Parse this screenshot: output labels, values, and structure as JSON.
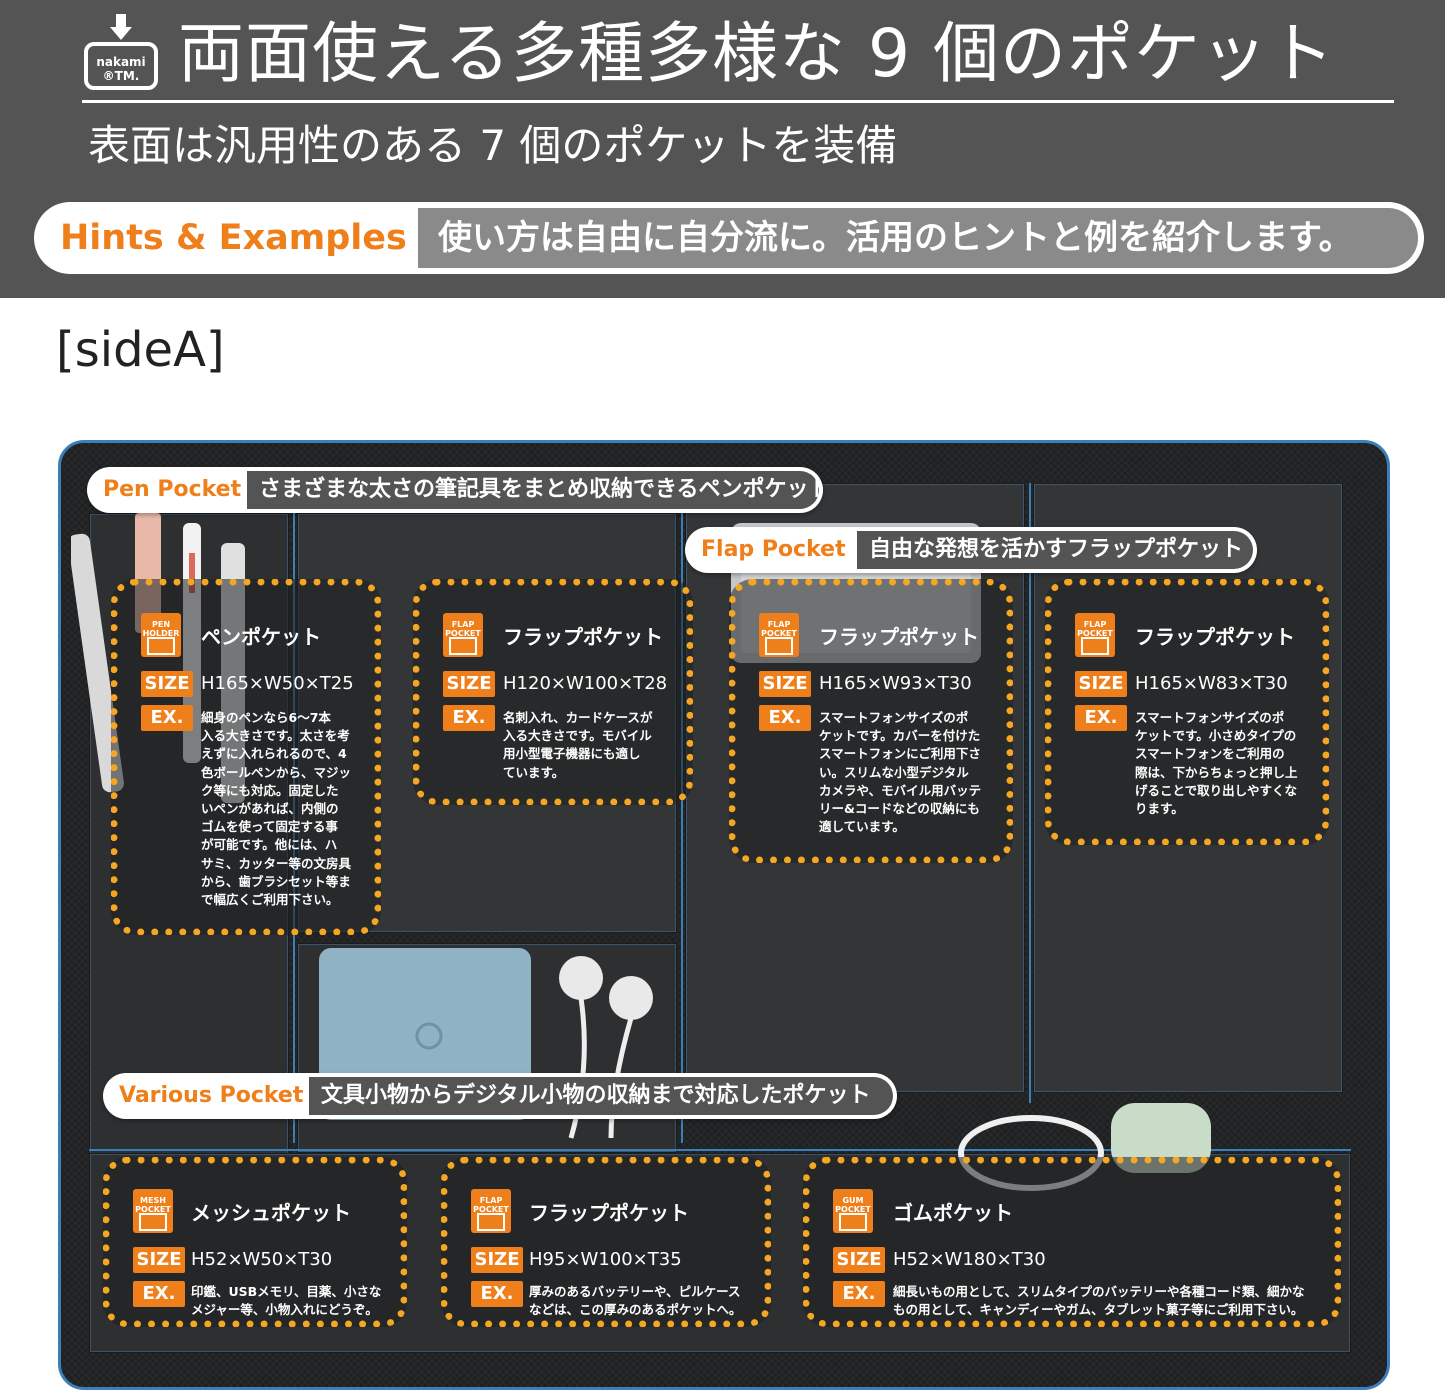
{
  "header": {
    "logo_text": "nakami\n®TM.",
    "title": "両面使える多種多様な 9 個のポケット",
    "subtitle": "表面は汎用性のある 7 個のポケットを装備",
    "hints_label": "Hints & Examples",
    "hints_text": "使い方は自由に自分流に。活用のヒントと例を紹介します。"
  },
  "side_label": "[sideA]",
  "sections": {
    "pen": {
      "label": "Pen Pocket",
      "text": "さまざまな太さの筆記具をまとめ収納できるペンポケット"
    },
    "flap": {
      "label": "Flap Pocket",
      "text": "自由な発想を活かすフラップポケット"
    },
    "various": {
      "label": "Various Pocket",
      "text": "文具小物からデジタル小物の収納まで対応したポケット"
    }
  },
  "tags": {
    "size": "SIZE",
    "ex": "EX."
  },
  "pockets": [
    {
      "badge": "PEN\nHOLDER",
      "title": "ペンポケット",
      "size": "H165×W50×T25",
      "example": "細身のペンなら6～7本\n入る大きさです。太さを考\nえずに入れられるので、4\n色ボールペンから、マジッ\nク等にも対応。固定した\nいペンがあれば、内側の\nゴムを使って固定する事\nが可能です。他には、ハ\nサミ、カッター等の文房具\nから、歯ブラシセット等ま\nで幅広くご利用下さい。"
    },
    {
      "badge": "FLAP\nPOCKET",
      "title": "フラップポケット",
      "size": "H120×W100×T28",
      "example": "名刺入れ、カードケースが\n入る大きさです。モバイル\n用小型電子機器にも適し\nています。"
    },
    {
      "badge": "FLAP\nPOCKET",
      "title": "フラップポケット",
      "size": "H165×W93×T30",
      "example": "スマートフォンサイズのポ\nケットです。カバーを付けた\nスマートフォンにご利用下さ\nい。スリムな小型デジタル\nカメラや、モバイル用バッテ\nリー&コードなどの収納にも\n適しています。"
    },
    {
      "badge": "FLAP\nPOCKET",
      "title": "フラップポケット",
      "size": "H165×W83×T30",
      "example": "スマートフォンサイズのポ\nケットです。小さめタイプの\nスマートフォンをご利用の\n際は、下からちょっと押し上\nげることで取り出しやすくな\nります。"
    },
    {
      "badge": "MESH\nPOCKET",
      "title": "メッシュポケット",
      "size": "H52×W50×T30",
      "example": "印鑑、USBメモリ、目薬、小さな\nメジャー等、小物入れにどうぞ。"
    },
    {
      "badge": "FLAP\nPOCKET",
      "title": "フラップポケット",
      "size": "H95×W100×T35",
      "example": "厚みのあるバッテリーや、ピルケース\nなどは、この厚みのあるポケットへ。"
    },
    {
      "badge": "GUM\nPOCKET",
      "title": "ゴムポケット",
      "size": "H52×W180×T30",
      "example": "細長いもの用として、スリムタイプのバッテリーや各種コード類、細かな\nもの用として、キャンディーやガム、タブレット菓子等にご利用下さい。"
    }
  ],
  "colors": {
    "header_bg": "#545454",
    "accent_orange": "#ee7f1a",
    "dot_border": "#f5a623",
    "panel_dark": "#222426",
    "stitch_blue": "#3c7eb6"
  }
}
